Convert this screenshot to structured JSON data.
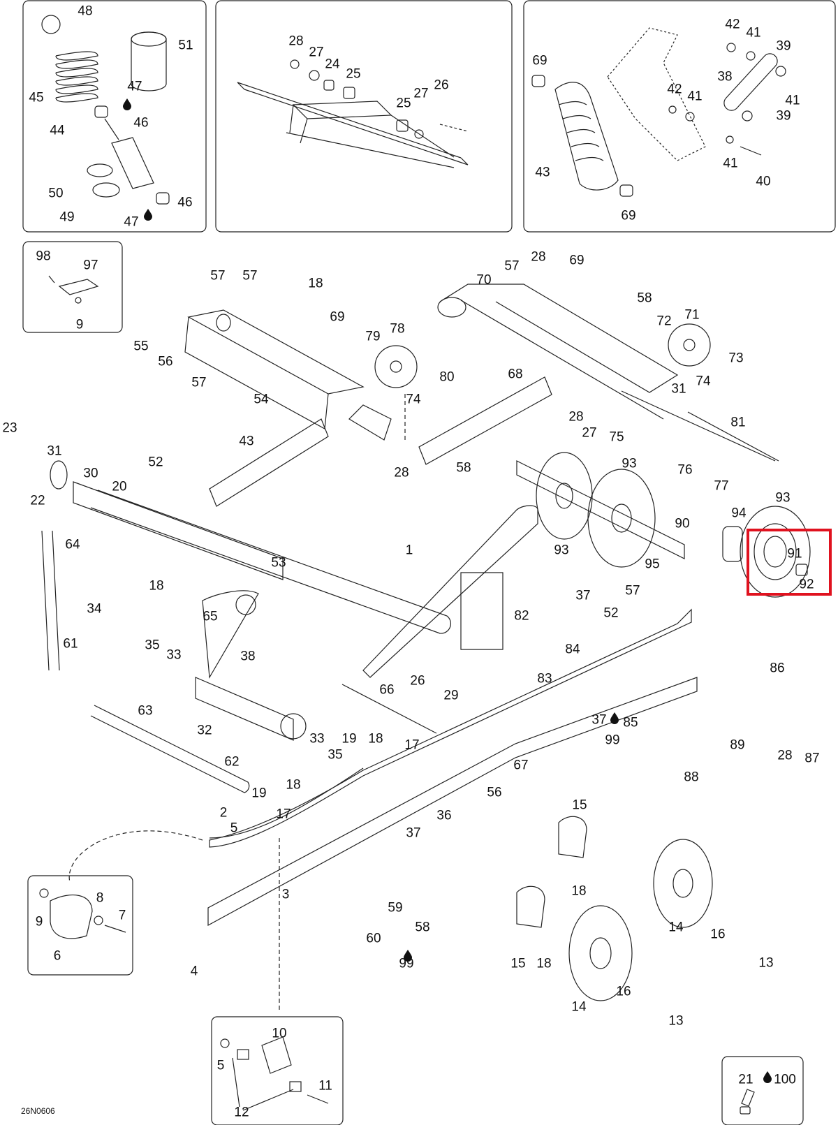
{
  "drawing_code": "26N0606",
  "highlight_color": "#e0121f",
  "line_color": "#222222",
  "inset_labels": {
    "spring_kit": [
      "48",
      "51",
      "47",
      "45",
      "44",
      "46",
      "50",
      "49",
      "47",
      "46"
    ],
    "arm_kit": [
      "28",
      "27",
      "24",
      "25",
      "26",
      "25",
      "27"
    ],
    "shock_kit": [
      "42",
      "41",
      "39",
      "69",
      "38",
      "41",
      "42",
      "41",
      "39",
      "43",
      "41",
      "40",
      "69"
    ],
    "slider_kit": [
      "98",
      "97",
      "9"
    ],
    "stopper_kit": [
      "9",
      "8",
      "7",
      "6"
    ],
    "bracket_kit": [
      "10",
      "5",
      "11",
      "12"
    ],
    "lube_kit": [
      "21",
      "100"
    ]
  },
  "main_labels": [
    "57",
    "57",
    "18",
    "69",
    "79",
    "78",
    "55",
    "56",
    "57",
    "54",
    "80",
    "74",
    "28",
    "70",
    "57",
    "28",
    "69",
    "58",
    "72",
    "71",
    "73",
    "74",
    "68",
    "31",
    "28",
    "27",
    "75",
    "81",
    "76",
    "77",
    "58",
    "93",
    "93",
    "94",
    "23",
    "31",
    "30",
    "22",
    "20",
    "52",
    "43",
    "64",
    "53",
    "18",
    "65",
    "1",
    "90",
    "93",
    "95",
    "91",
    "92",
    "34",
    "61",
    "38",
    "35",
    "33",
    "37",
    "57",
    "52",
    "82",
    "84",
    "83",
    "86",
    "26",
    "66",
    "29",
    "37",
    "85",
    "99",
    "89",
    "28",
    "87",
    "88",
    "63",
    "32",
    "33",
    "19",
    "18",
    "17",
    "35",
    "62",
    "67",
    "56",
    "18",
    "19",
    "17",
    "36",
    "37",
    "2",
    "5",
    "15",
    "18",
    "3",
    "59",
    "58",
    "60",
    "99",
    "15",
    "18",
    "14",
    "16",
    "13",
    "4",
    "14",
    "16",
    "13"
  ]
}
